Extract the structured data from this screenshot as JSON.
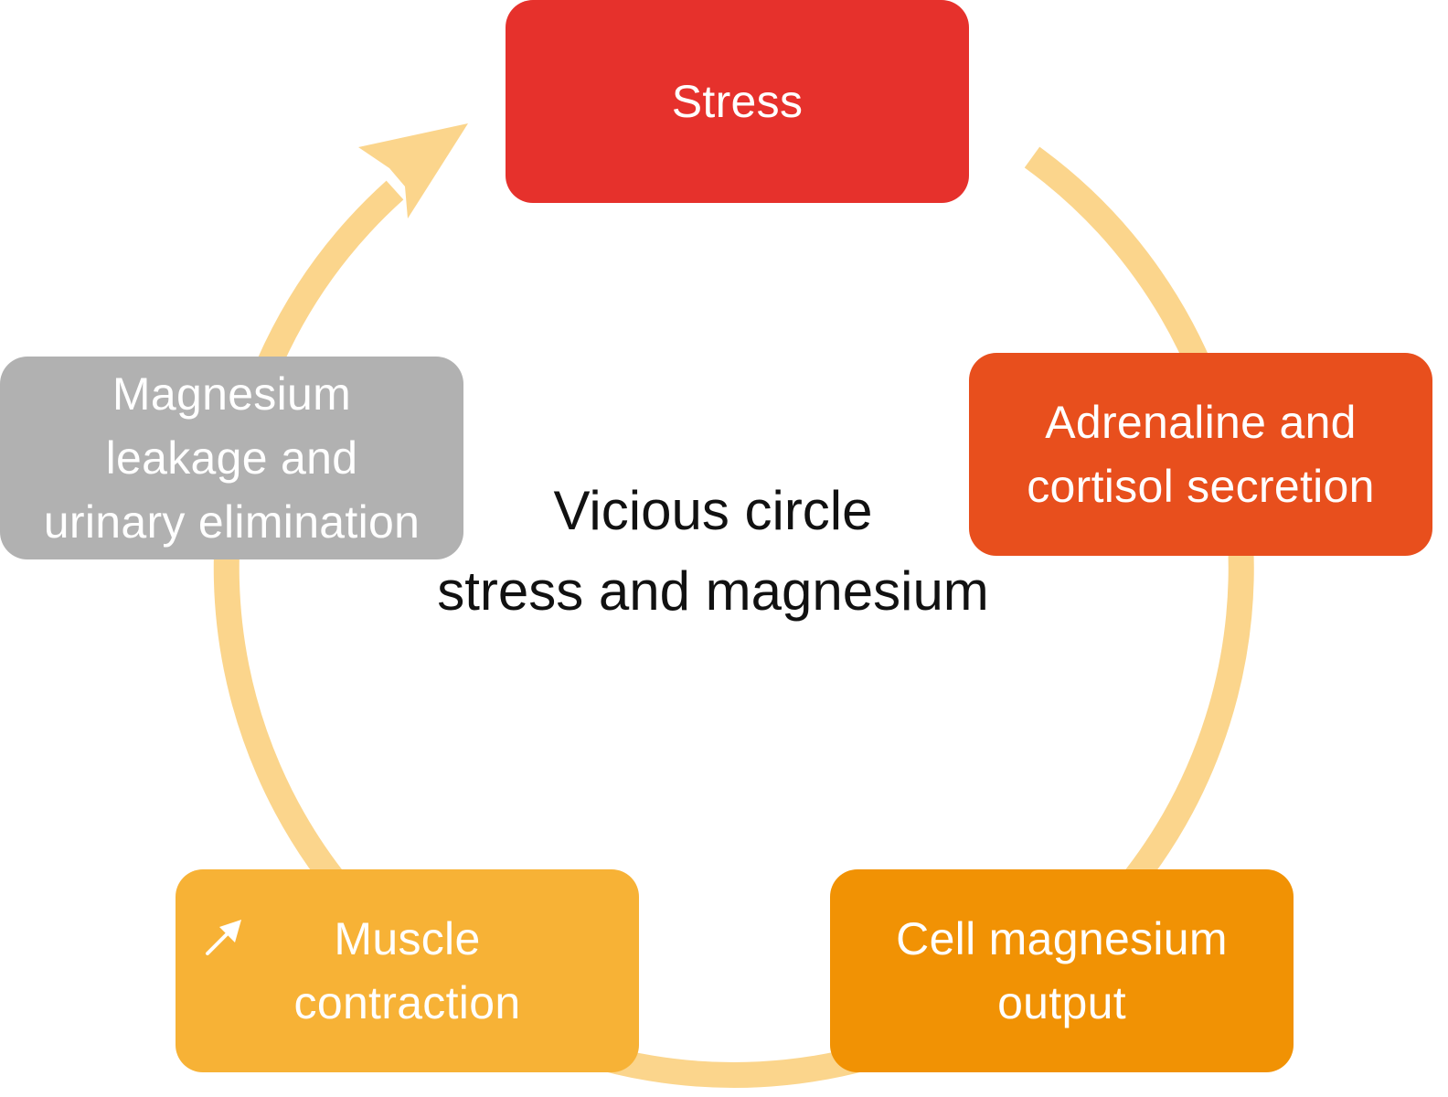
{
  "diagram": {
    "type": "cycle",
    "direction": "clockwise",
    "center_title": "Vicious circle\nstress and magnesium",
    "ring_color": "#FBD58C",
    "nodes": [
      {
        "id": "stress",
        "label": "Stress",
        "color": "#E6312C",
        "icon": null
      },
      {
        "id": "adrenaline",
        "label": "Adrenaline and\ncortisol secretion",
        "color": "#E84F1D",
        "icon": null
      },
      {
        "id": "cell-output",
        "label": "Cell magnesium\noutput",
        "color": "#F19204",
        "icon": null
      },
      {
        "id": "muscle",
        "label": "Muscle\ncontraction",
        "color": "#F7B236",
        "icon": "increase-arrow-icon"
      },
      {
        "id": "leakage",
        "label": "Magnesium\nleakage and\nurinary elimination",
        "color": "#B1B1B1",
        "icon": null
      }
    ],
    "edges": [
      {
        "from": "stress",
        "to": "adrenaline"
      },
      {
        "from": "adrenaline",
        "to": "cell-output"
      },
      {
        "from": "cell-output",
        "to": "muscle"
      },
      {
        "from": "muscle",
        "to": "leakage"
      },
      {
        "from": "leakage",
        "to": "stress"
      }
    ]
  }
}
